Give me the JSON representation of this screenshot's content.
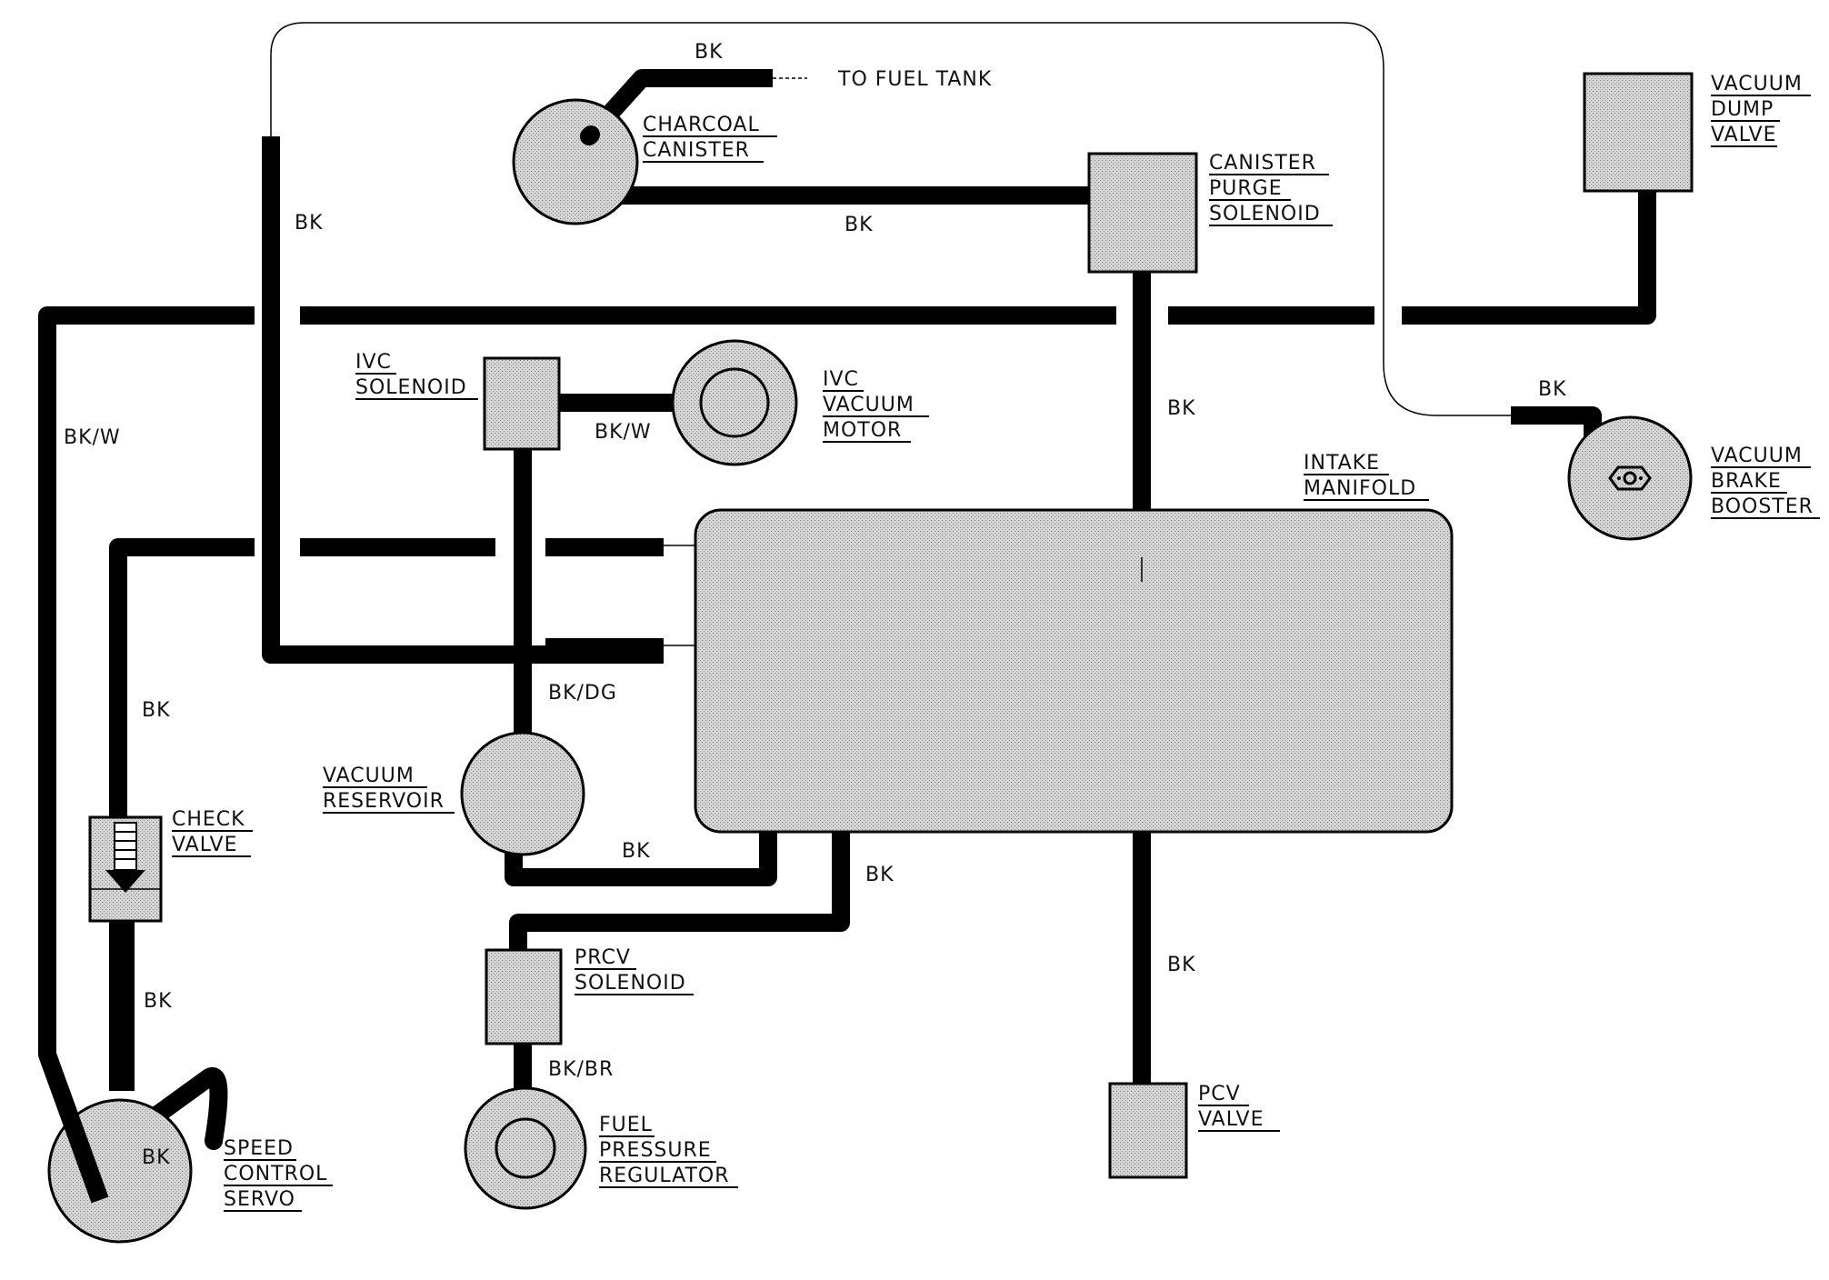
{
  "components": {
    "charcoal_canister": [
      "CHARCOAL",
      "CANISTER"
    ],
    "canister_purge_solenoid": [
      "CANISTER",
      "PURGE",
      "SOLENOID"
    ],
    "vacuum_dump_valve": [
      "VACUUM",
      "DUMP",
      "VALVE"
    ],
    "ivc_solenoid": [
      "IVC",
      "SOLENOID"
    ],
    "ivc_vacuum_motor": [
      "IVC",
      "VACUUM",
      "MOTOR"
    ],
    "vacuum_brake_booster": [
      "VACUUM",
      "BRAKE",
      "BOOSTER"
    ],
    "intake_manifold": [
      "INTAKE",
      "MANIFOLD"
    ],
    "check_valve": [
      "CHECK",
      "VALVE"
    ],
    "vacuum_reservoir": [
      "VACUUM",
      "RESERVOIR"
    ],
    "prcv_solenoid": [
      "PRCV",
      "SOLENOID"
    ],
    "pcv_valve": [
      "PCV",
      "VALVE"
    ],
    "fuel_pressure_regulator": [
      "FUEL",
      "PRESSURE",
      "REGULATOR"
    ],
    "speed_control_servo": [
      "SPEED",
      "CONTROL",
      "SERVO"
    ]
  },
  "destinations": {
    "fuel_tank": "TO FUEL TANK"
  },
  "hose_colors": {
    "canister_to_tank": "BK",
    "canister_to_purge": "BK",
    "purge_to_manifold": "BK",
    "left_vertical": "BK",
    "ivc_to_motor": "BK/W",
    "left_outer": "BK/W",
    "brake_booster": "BK",
    "ivc_to_reservoir": "BK/DG",
    "reservoir_to_manifold": "BK",
    "check_valve_upper": "BK",
    "check_valve_lower": "BK",
    "prcv_to_manifold": "BK",
    "prcv_to_regulator": "BK/BR",
    "manifold_to_pcv": "BK",
    "servo": "BK"
  },
  "colors": {
    "hose": "#000000",
    "component_fill": "#d2d2d2",
    "background": "#ffffff"
  }
}
